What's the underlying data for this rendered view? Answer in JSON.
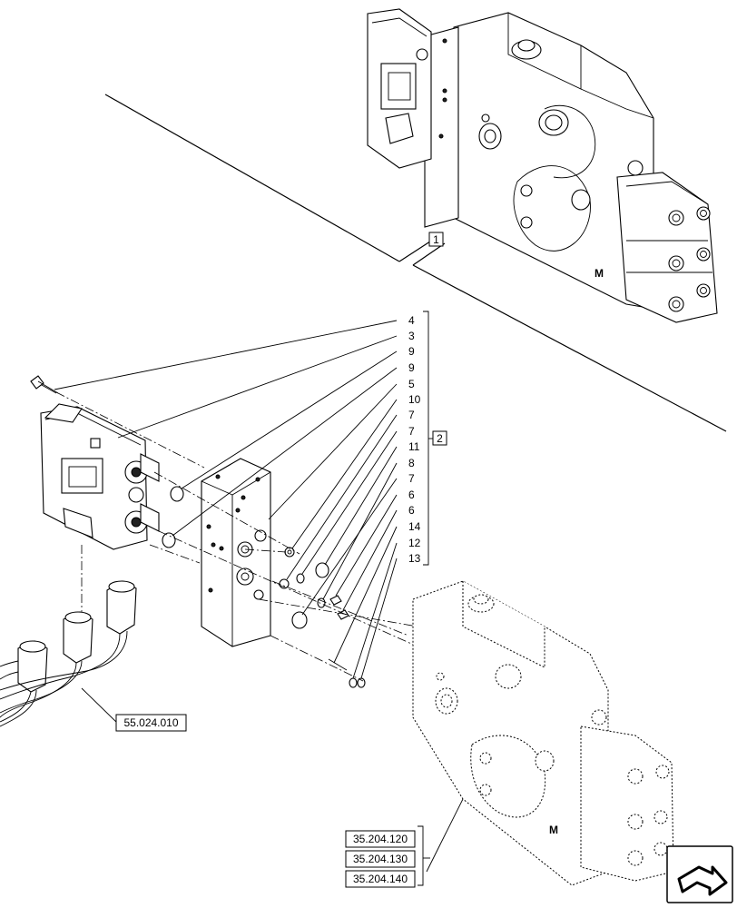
{
  "callouts": {
    "upper_assembly": "1",
    "kit_group": "2",
    "items": [
      "4",
      "3",
      "9",
      "9",
      "5",
      "10",
      "7",
      "7",
      "11",
      "8",
      "7",
      "6",
      "6",
      "14",
      "12",
      "13"
    ]
  },
  "references": {
    "harness": "55.024.010",
    "valve_section": [
      "35.204.120",
      "35.204.130",
      "35.204.140"
    ]
  },
  "icons": {
    "nav": "next-page-arrow-icon"
  }
}
